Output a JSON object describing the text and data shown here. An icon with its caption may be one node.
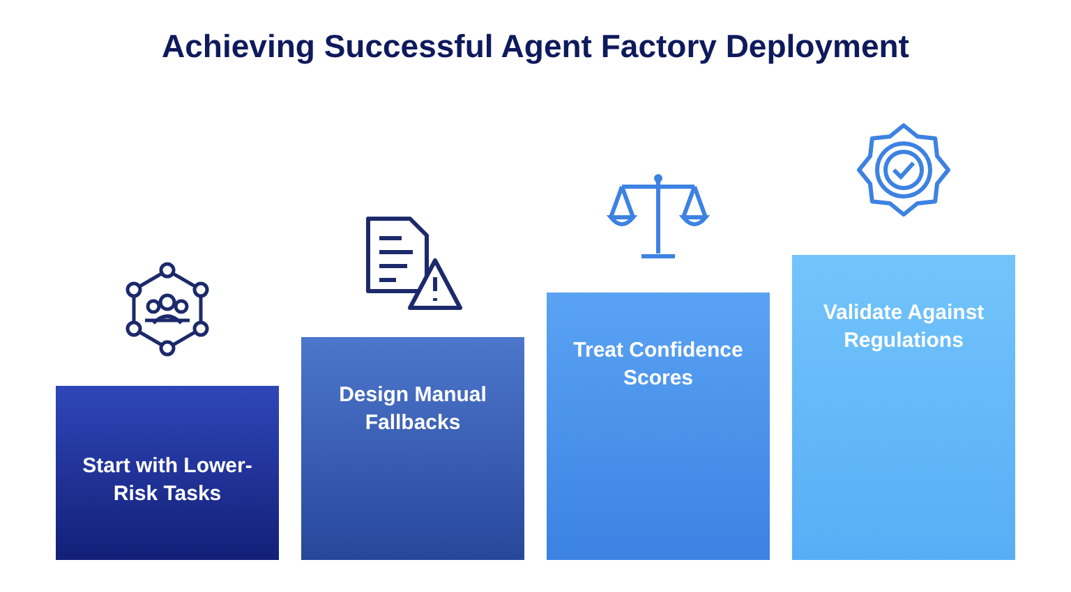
{
  "diagram": {
    "title": "Achieving Successful Agent Factory Deployment",
    "nodes": [
      {
        "text": [
          "Start with Lower-Risk Tasks"
        ]
      },
      {
        "text": [
          "Design Manual Fallbacks"
        ]
      },
      {
        "text": [
          "Treat Confidence Scores"
        ]
      },
      {
        "text": [
          "Validate Against Regulations"
        ]
      }
    ]
  }
}
